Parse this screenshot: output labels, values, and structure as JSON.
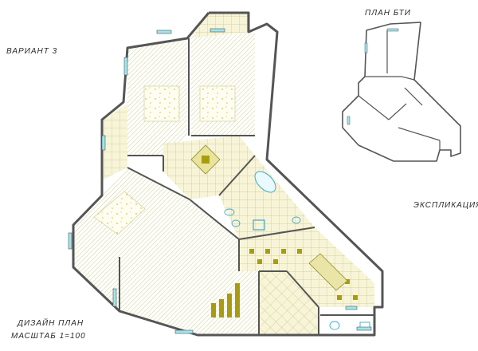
{
  "labels": {
    "variant": "ВАРИАНТ 3",
    "bti_plan": "ПЛАН БТИ",
    "explication": "ЭКСПЛИКАЦИЯ",
    "design_plan": "ДИЗАЙН ПЛАН",
    "scale": "МАСШТАБ 1=100"
  },
  "colors": {
    "floor_fill": "#f7f4d8",
    "parquet_hatch": "#cfcf90",
    "tile_grid": "#c9c98a",
    "carpet_dots": "#d4c640",
    "accent_tile": "#a89b10",
    "window_glass": "#9fe6ee",
    "wall": "#555555",
    "fixture": "#3fa9c9"
  }
}
